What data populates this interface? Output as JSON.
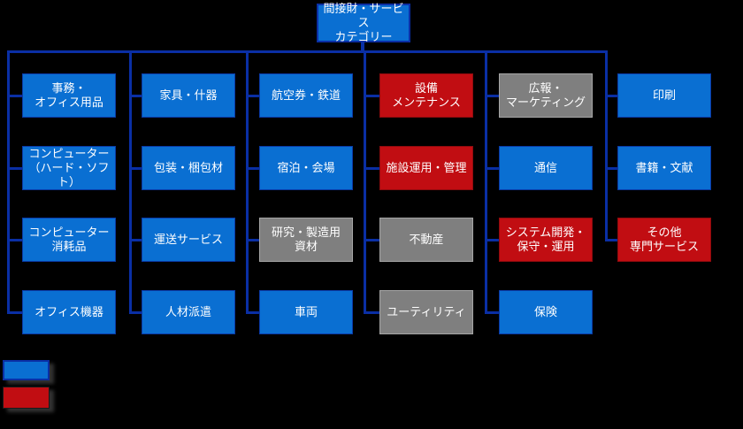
{
  "colors": {
    "blue": "#0a6fd2",
    "red": "#c10d12",
    "gray": "#7f7f7f",
    "line": "#0a2fa5",
    "background": "#000000"
  },
  "tree": {
    "root": {
      "label": "間接財・サービス\nカテゴリー",
      "color": "blue"
    },
    "columns": [
      {
        "boxes": [
          {
            "label": "事務・\nオフィス用品",
            "color": "blue"
          },
          {
            "label": "コンピューター\n（ハード・ソフト）",
            "color": "blue"
          },
          {
            "label": "コンピューター\n消耗品",
            "color": "blue"
          },
          {
            "label": "オフィス機器",
            "color": "blue"
          }
        ]
      },
      {
        "boxes": [
          {
            "label": "家具・什器",
            "color": "blue"
          },
          {
            "label": "包装・梱包材",
            "color": "blue"
          },
          {
            "label": "運送サービス",
            "color": "blue"
          },
          {
            "label": "人材派遣",
            "color": "blue"
          }
        ]
      },
      {
        "boxes": [
          {
            "label": "航空券・鉄道",
            "color": "blue"
          },
          {
            "label": "宿泊・会場",
            "color": "blue"
          },
          {
            "label": "研究・製造用\n資材",
            "color": "gray"
          },
          {
            "label": "車両",
            "color": "blue"
          }
        ]
      },
      {
        "boxes": [
          {
            "label": "設備\nメンテナンス",
            "color": "red"
          },
          {
            "label": "施設運用・管理",
            "color": "red"
          },
          {
            "label": "不動産",
            "color": "gray"
          },
          {
            "label": "ユーティリティ",
            "color": "gray"
          }
        ]
      },
      {
        "boxes": [
          {
            "label": "広報・\nマーケティング",
            "color": "gray"
          },
          {
            "label": "通信",
            "color": "blue"
          },
          {
            "label": "システム開発・\n保守・運用",
            "color": "red"
          },
          {
            "label": "保険",
            "color": "blue"
          }
        ]
      },
      {
        "boxes": [
          {
            "label": "印刷",
            "color": "blue"
          },
          {
            "label": "書籍・文献",
            "color": "blue"
          },
          {
            "label": "その他\n専門サービス",
            "color": "red"
          }
        ]
      }
    ]
  },
  "legend": {
    "items": [
      {
        "color": "blue"
      },
      {
        "color": "red"
      }
    ]
  }
}
